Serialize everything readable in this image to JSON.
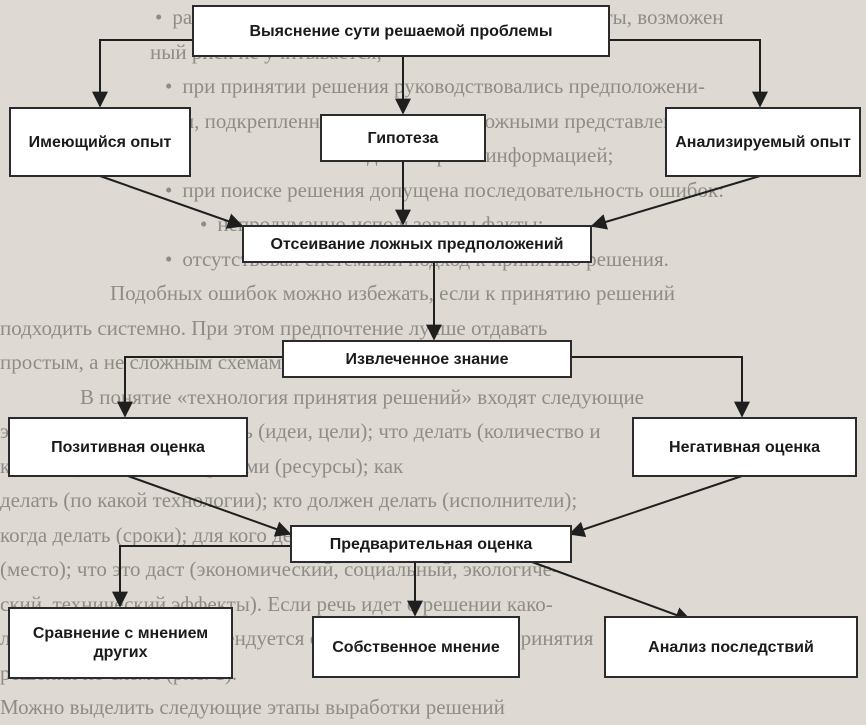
{
  "diagram": {
    "nodes": {
      "problem_essence": "Выяснение сути решаемой проблемы",
      "existing_experience": "Имеющийся опыт",
      "hypothesis": "Гипотеза",
      "analyzed_experience": "Анализируемый опыт",
      "false_assumptions": "Отсеивание ложных предположений",
      "extracted_knowledge": "Извлеченное знание",
      "positive_assessment": "Позитивная оценка",
      "negative_assessment": "Негативная оценка",
      "preliminary_assessment": "Предварительная оценка",
      "compare_others": "Сравнение с мнением других",
      "own_opinion": "Собственное мнение",
      "consequence_analysis": "Анализ последствий"
    }
  },
  "background_text": [
    "рассматриваются только положительные варианты, возможен",
    "ный риск не учитывается;",
    "при принятии решения руководствовались предположени-",
    "ями, подкрепленными желанием и ложными представлениями,",
    "ние достоверной информацией;",
    "при поиске решения допущена последовательность ошибок:",
    "непродуманно использованы факты;",
    "отсутствовал системный подход к принятию решения.",
    "Подобных ошибок можно избежать, если к принятию решений",
    "подходить системно. При этом предпочтение лучше отдавать",
    "простым, а не сложным схемам.",
    "В понятие «технология принятия решений» входят следующие",
    "элементы: что нужно делать (идеи, цели); что делать (количество и",
    "качество); с какими затратами (ресурсы); как",
    "делать (по какой технологии); кто должен делать (исполнители);",
    "когда делать (сроки); для кого делать (потребители); где делать",
    "(место); что это даст (экономический, социальный, экологиче-",
    "ский, технический эффекты). Если речь идет о решении како-",
    "либо проблемы, то рекомендуется организовать процесс принятия",
    "решения по схеме (рис. 1).",
    "Можно выделить следующие этапы выработки решений"
  ]
}
